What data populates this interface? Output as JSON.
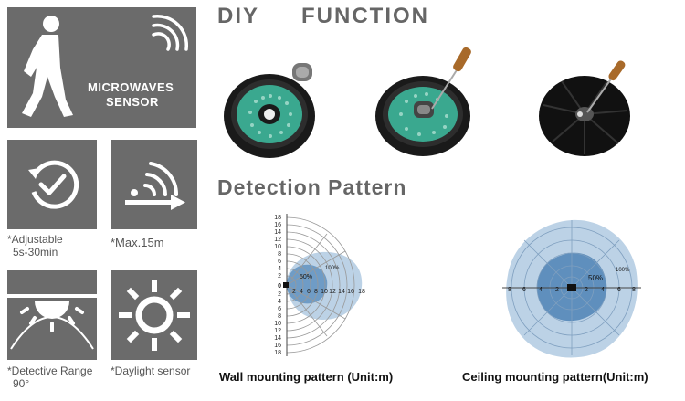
{
  "sensor_tile": {
    "line1": "MICROWAVES",
    "line2": "SENSOR",
    "person_icon": "walking-person-icon",
    "wave_icon": "microwave-signal-icon"
  },
  "features": [
    {
      "icon": "timer-check-icon",
      "caption_line1": "*Adjustable",
      "caption_line2": "5s-30min"
    },
    {
      "icon": "range-arrow-icon",
      "caption_line1": "*Max.15m",
      "caption_line2": ""
    },
    {
      "icon": "detection-angle-icon",
      "caption_line1": "*Detective Range",
      "caption_line2": "90°"
    },
    {
      "icon": "sun-icon",
      "caption_line1": "*Daylight sensor",
      "caption_line2": ""
    }
  ],
  "diy": {
    "word1": "DIY",
    "word2": "FUNCTION"
  },
  "detection_title": "Detection Pattern",
  "wall_pattern": {
    "label": "Wall mounting pattern (Unit:m)",
    "y_ticks": [
      "18",
      "16",
      "14",
      "12",
      "10",
      "8",
      "6",
      "4",
      "2",
      "0",
      "2",
      "4",
      "6",
      "8",
      "10",
      "12",
      "14",
      "16",
      "18"
    ],
    "x_ticks": [
      "2",
      "4",
      "6",
      "8",
      "10",
      "12",
      "14",
      "16",
      "18"
    ],
    "pct_inner": "50%",
    "pct_outer": "100%"
  },
  "ceiling_pattern": {
    "label": "Ceiling mounting pattern(Unit:m)",
    "x_ticks_left": [
      "8",
      "6",
      "4",
      "2"
    ],
    "x_ticks_right": [
      "2",
      "4",
      "6",
      "8"
    ],
    "pct_inner": "50%",
    "pct_outer": "100%"
  },
  "colors": {
    "tile": "#6b6b6b",
    "pattern_outer": "#a9c4de",
    "pattern_inner": "#5f8fbd",
    "led": "#3aa88f"
  }
}
